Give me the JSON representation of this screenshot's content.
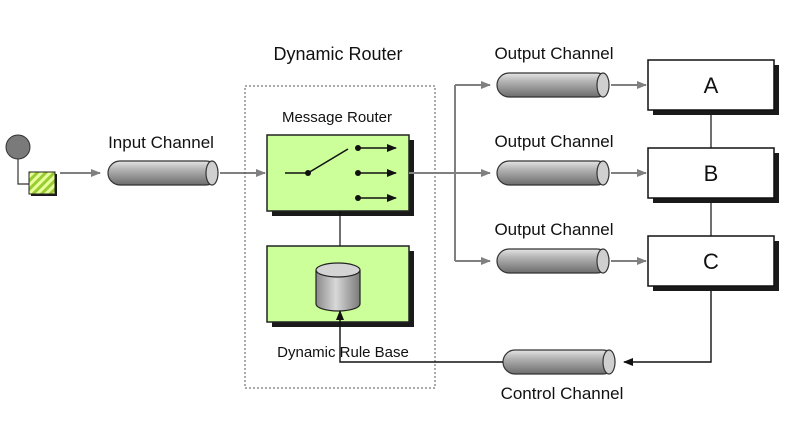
{
  "labels": {
    "dynamic_router": "Dynamic Router",
    "message_router": "Message Router",
    "dynamic_rule_base": "Dynamic Rule Base",
    "input_channel": "Input Channel",
    "output_channel_1": "Output Channel",
    "output_channel_2": "Output Channel",
    "output_channel_3": "Output Channel",
    "control_channel": "Control Channel",
    "box_a": "A",
    "box_b": "B",
    "box_c": "C"
  },
  "colors": {
    "router_fill": "#ccff99",
    "channel_fill": "#a0a0a0",
    "message_stripe": "#99cc33",
    "line": "#808080"
  }
}
